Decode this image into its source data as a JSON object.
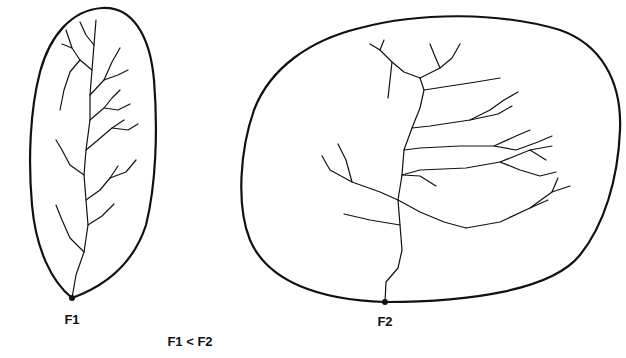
{
  "diagram": {
    "labels": [
      "F1",
      "F2",
      "F1 < F2"
    ]
  }
}
